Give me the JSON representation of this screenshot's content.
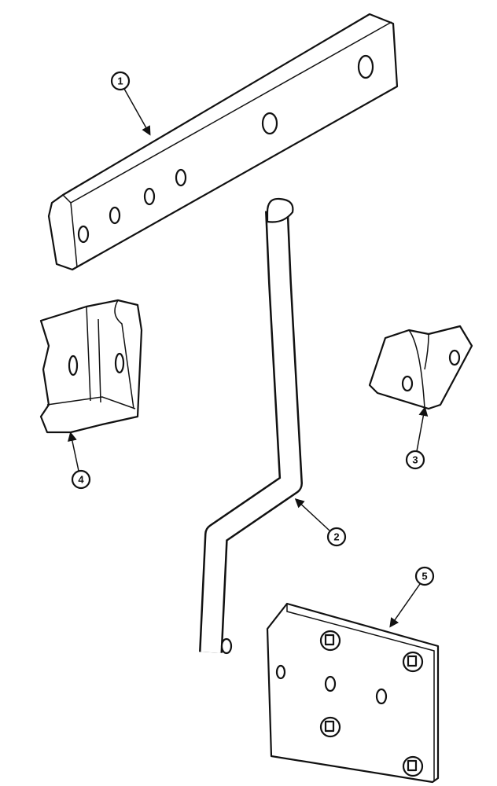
{
  "diagram": {
    "callouts": [
      {
        "label": "1"
      },
      {
        "label": "2"
      },
      {
        "label": "3"
      },
      {
        "label": "4"
      },
      {
        "label": "5"
      }
    ],
    "colors": {
      "line": "#111111",
      "background": "#ffffff"
    }
  }
}
